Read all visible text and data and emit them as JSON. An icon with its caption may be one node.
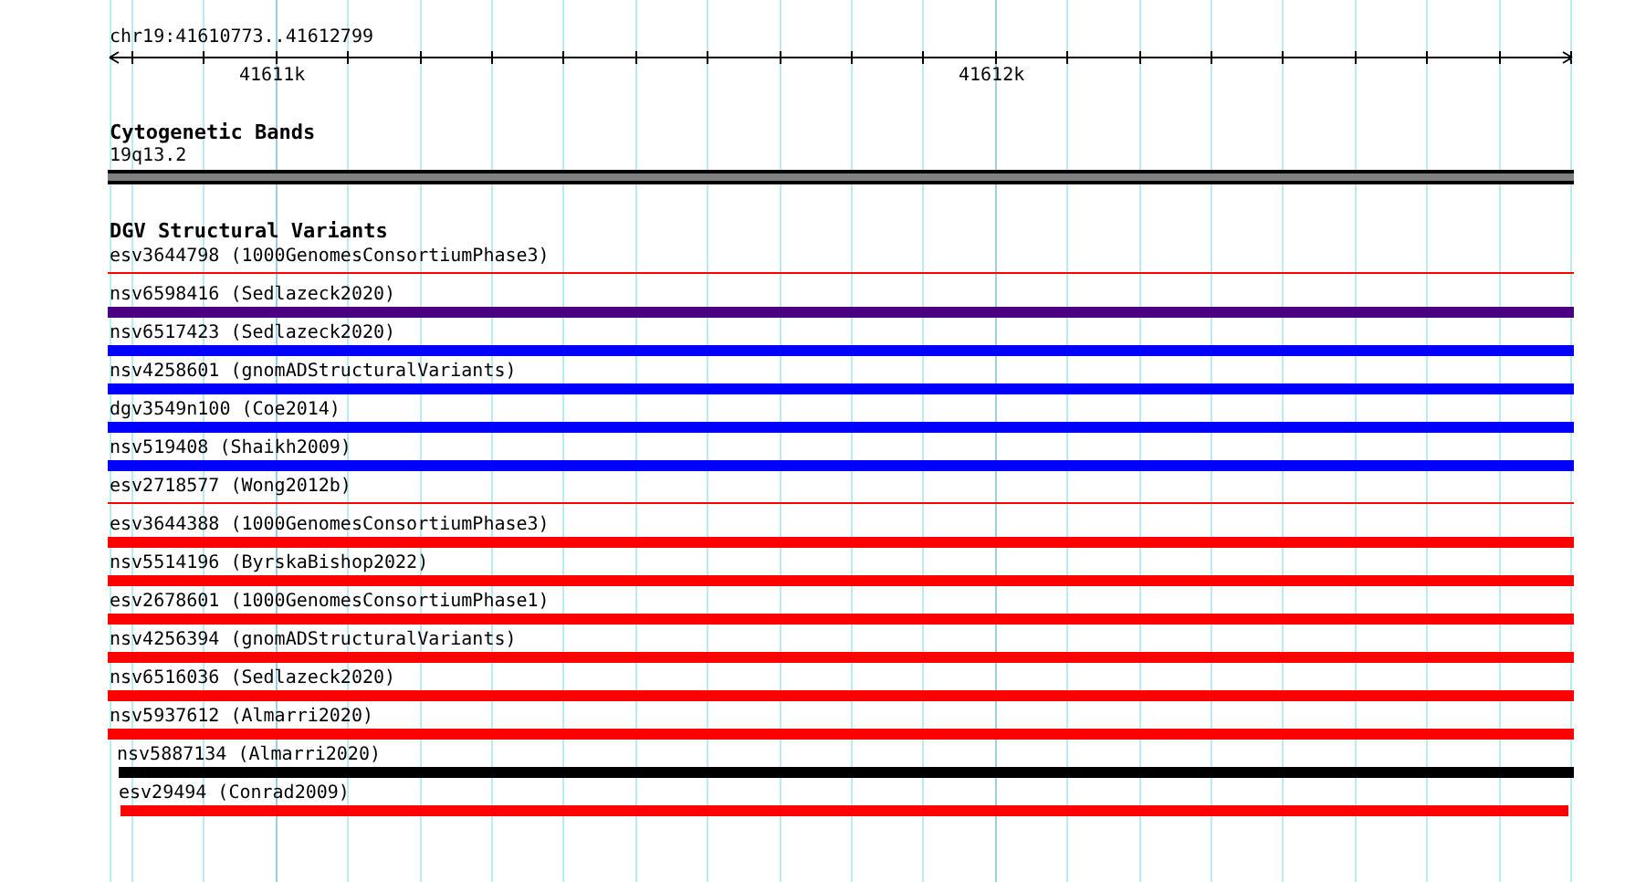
{
  "diagram": {
    "title": "chr19:41610773..41612799",
    "nodes": [
      {
        "text": [
          "19q13.2"
        ]
      },
      {
        "text": [
          "esv3644798 (1000GenomesConsortiumPhase3)"
        ]
      },
      {
        "text": [
          "nsv6598416 (Sedlazeck2020)"
        ]
      },
      {
        "text": [
          "nsv6517423 (Sedlazeck2020)"
        ]
      },
      {
        "text": [
          "nsv4258601 (gnomADStructuralVariants)"
        ]
      },
      {
        "text": [
          "dgv3549n100 (Coe2014)"
        ]
      },
      {
        "text": [
          "nsv519408 (Shaikh2009)"
        ]
      },
      {
        "text": [
          "esv2718577 (Wong2012b)"
        ]
      },
      {
        "text": [
          "esv3644388 (1000GenomesConsortiumPhase3)"
        ]
      },
      {
        "text": [
          "nsv5514196 (ByrskaBishop2022)"
        ]
      },
      {
        "text": [
          "esv2678601 (1000GenomesConsortiumPhase1)"
        ]
      },
      {
        "text": [
          "nsv4256394 (gnomADStructuralVariants)"
        ]
      },
      {
        "text": [
          "nsv6516036 (Sedlazeck2020)"
        ]
      },
      {
        "text": [
          "nsv5937612 (Almarri2020)"
        ]
      },
      {
        "text": [
          "nsv5887134 (Almarri2020)"
        ]
      },
      {
        "text": [
          "esv29494 (Conrad2009)"
        ]
      }
    ],
    "labels": [
      "41611k",
      "41612k",
      "Cytogenetic Bands",
      "DGV Structural Variants"
    ]
  }
}
